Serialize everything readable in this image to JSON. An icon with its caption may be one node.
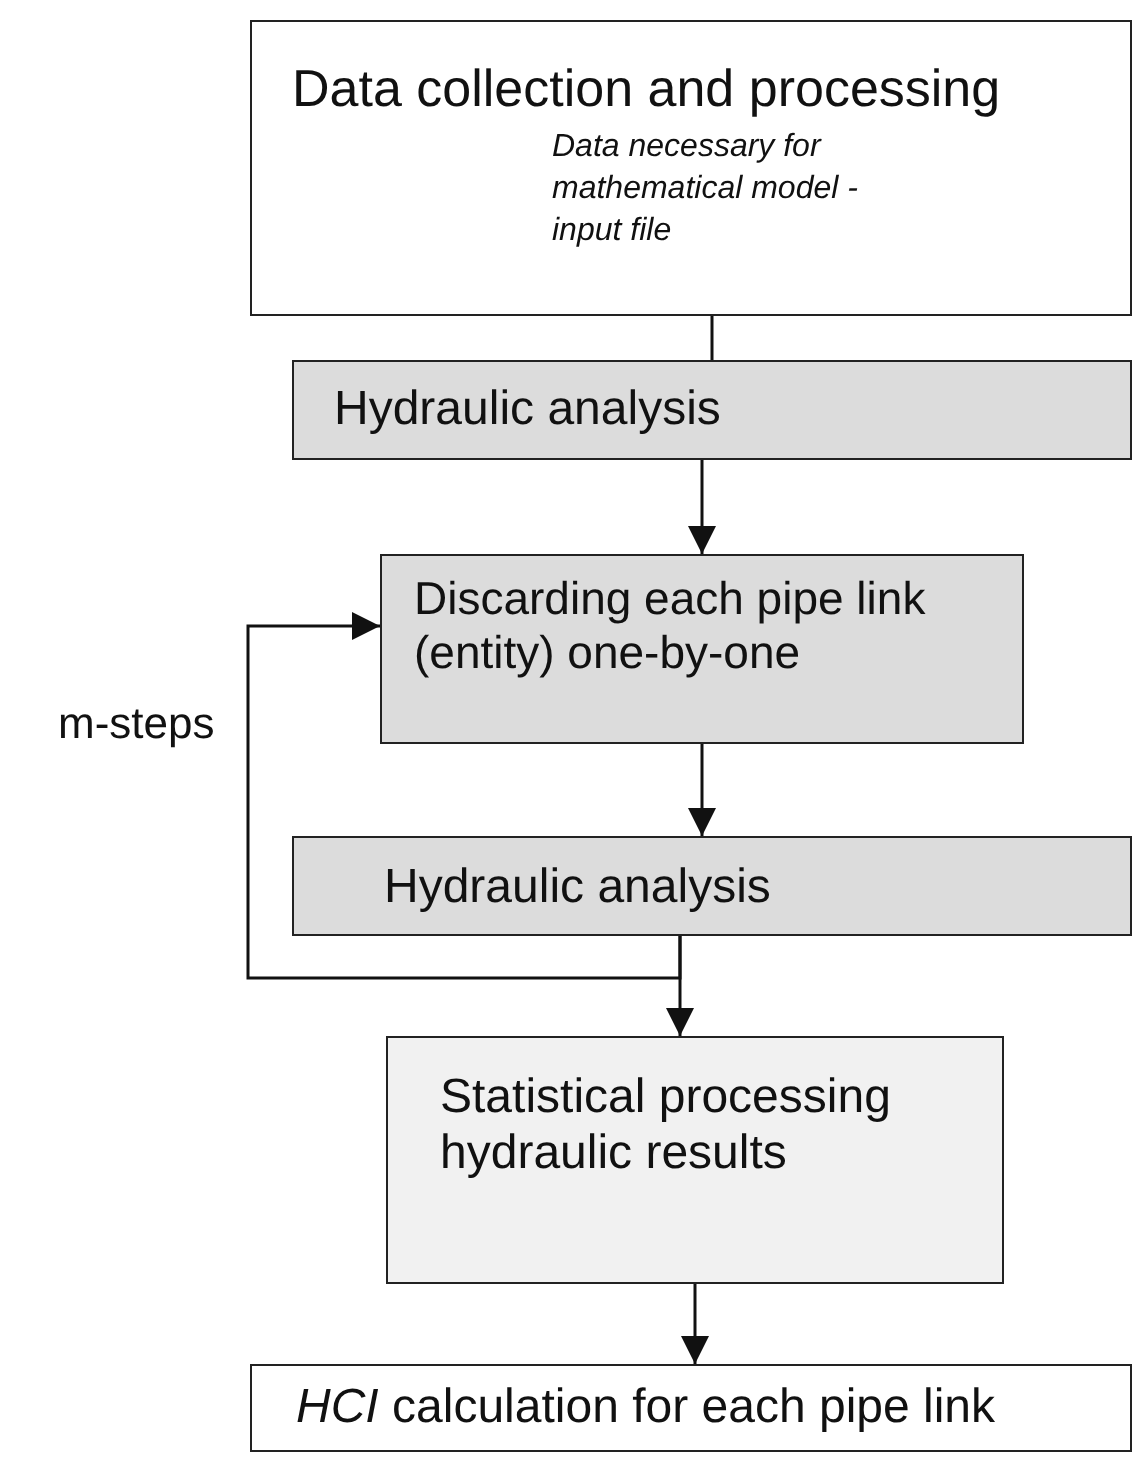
{
  "diagram": {
    "nodes": [
      {
        "text": [
          "Data collection and processing",
          "Data necessary for mathematical model - input file"
        ]
      },
      {
        "text": [
          "Hydraulic analysis"
        ]
      },
      {
        "text": [
          "Discarding each pipe link (entity) one-by-one"
        ]
      },
      {
        "text": [
          "Hydraulic analysis"
        ]
      },
      {
        "text": [
          "Statistical processing hydraulic results"
        ]
      },
      {
        "text": [
          "*HCI* calculation for each pipe link"
        ]
      }
    ],
    "edges": [
      {
        "from": 0,
        "to": 1,
        "arrow": "none"
      },
      {
        "from": 1,
        "to": 2,
        "arrow": "to"
      },
      {
        "from": 2,
        "to": 3,
        "arrow": "to"
      },
      {
        "from": 3,
        "to": 4,
        "arrow": "to"
      },
      {
        "from": 3,
        "to": 2,
        "arrow": "to",
        "label": "m-steps"
      },
      {
        "from": 4,
        "to": 5,
        "arrow": "to"
      }
    ]
  }
}
